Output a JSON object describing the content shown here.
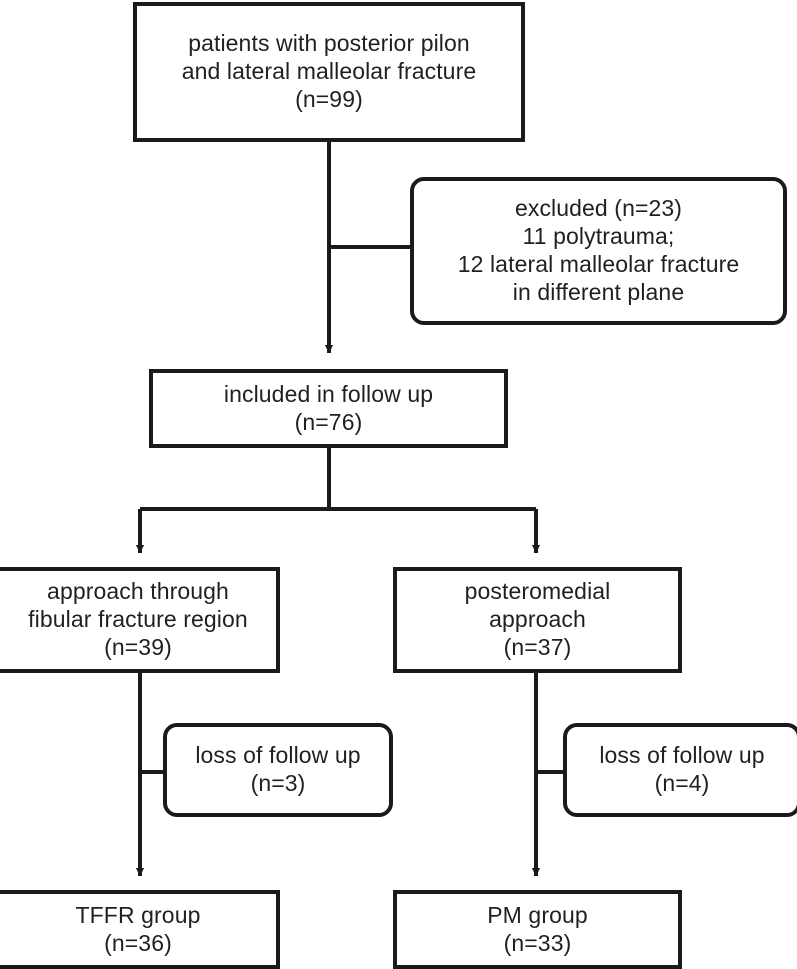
{
  "diagram": {
    "type": "flowchart",
    "orientation": "top-down",
    "stroke_color": "#1a1a1a",
    "text_color": "#231f20",
    "background_color": "#ffffff",
    "nodes": {
      "enrolled": {
        "shape": "rectangle",
        "line1": "patients with posterior pilon",
        "line2": "and lateral malleolar fracture",
        "line3": "(n=99)",
        "count": 99
      },
      "excluded": {
        "shape": "rounded-rectangle",
        "line1": "excluded  (n=23)",
        "line2": "11 polytrauma;",
        "line3": "12 lateral malleolar fracture",
        "line4": "in different plane",
        "count": 23
      },
      "included": {
        "shape": "rectangle",
        "line1": "included in follow up",
        "line2": "(n=76)",
        "count": 76
      },
      "tffr_arm": {
        "shape": "rectangle",
        "line1": "approach through",
        "line2": "fibular fracture region",
        "line3": "(n=39)",
        "count": 39
      },
      "pm_arm": {
        "shape": "rectangle",
        "line1": "posteromedial",
        "line2": "approach",
        "line3": "(n=37)",
        "count": 37
      },
      "loss_left": {
        "shape": "rounded-rectangle",
        "line1": "loss of follow up",
        "line2": "(n=3)",
        "count": 3
      },
      "loss_right": {
        "shape": "rounded-rectangle",
        "line1": "loss of follow up",
        "line2": "(n=4)",
        "count": 4
      },
      "tffr_group": {
        "shape": "rectangle",
        "line1": "TFFR group",
        "line2": "(n=36)",
        "count": 36
      },
      "pm_group": {
        "shape": "rectangle",
        "line1": "PM group",
        "line2": "(n=33)",
        "count": 33
      }
    }
  }
}
